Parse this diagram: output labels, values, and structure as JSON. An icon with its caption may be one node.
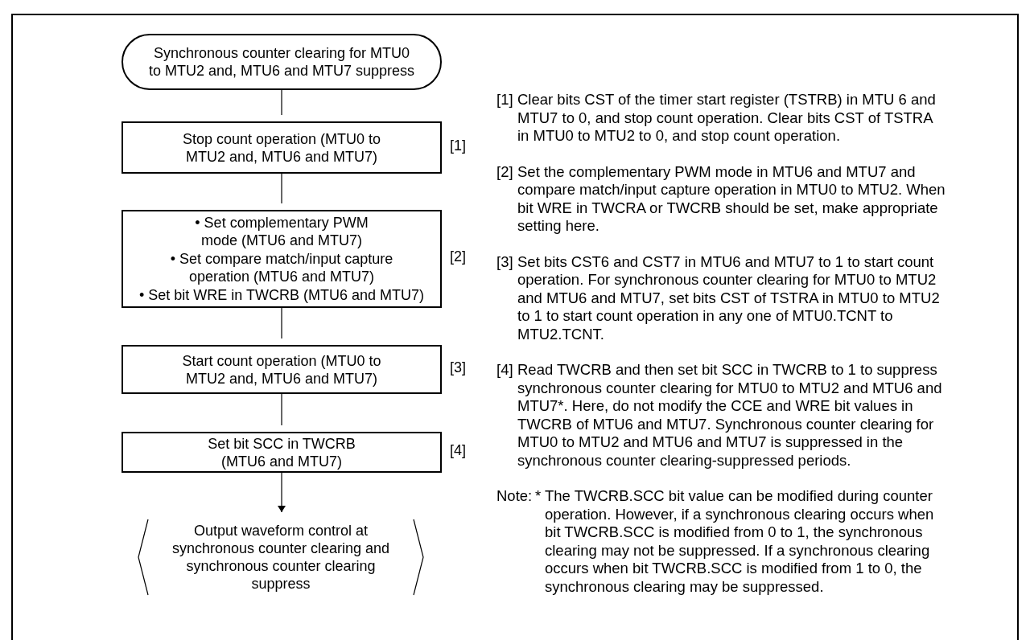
{
  "diagram": {
    "nodes": [
      {
        "text": [
          "Synchronous counter clearing for MTU0 to MTU2 and, MTU6 and MTU7 suppress"
        ]
      },
      {
        "text": [
          "Stop count operation (MTU0 to MTU2 and, MTU6 and MTU7)"
        ],
        "beside": [
          "[1]"
        ]
      },
      {
        "text": [
          "• Set complementary PWM mode (MTU6 and MTU7)",
          "• Set compare match/input capture operation (MTU6 and MTU7)",
          "• Set bit WRE in TWCRB (MTU6 and MTU7)"
        ],
        "beside": [
          "[2]"
        ]
      },
      {
        "text": [
          "Start count operation (MTU0 to MTU2 and, MTU6 and MTU7)"
        ],
        "beside": [
          "[3]"
        ]
      },
      {
        "text": [
          "Set bit SCC in TWCRB (MTU6 and MTU7)"
        ],
        "beside": [
          "[4]"
        ]
      },
      {
        "text": [
          "Output waveform control at synchronous counter clearing and synchronous counter clearing suppress"
        ]
      }
    ],
    "edges": [
      {
        "from": 0,
        "to": 1,
        "arrow": "none"
      },
      {
        "from": 1,
        "to": 2,
        "arrow": "none"
      },
      {
        "from": 2,
        "to": 3,
        "arrow": "none"
      },
      {
        "from": 3,
        "to": 4,
        "arrow": "none"
      },
      {
        "from": 4,
        "to": 5,
        "arrow": "to"
      }
    ],
    "labels": [
      "[1]",
      "Clear bits CST of the timer start register (TSTRB) in MTU 6 and MTU7 to 0, and stop count operation. Clear bits CST of TSTRA in MTU0 to MTU2 to 0, and stop count operation.",
      "[2]",
      "Set the complementary PWM mode in MTU6 and MTU7 and compare match/input capture operation in MTU0 to MTU2. When bit WRE in TWCRA or TWCRB should be set, make appropriate setting here.",
      "[3]",
      "Set bits CST6 and CST7 in MTU6 and MTU7 to 1 to start count operation. For synchronous counter clearing for MTU0 to MTU2 and MTU6 and MTU7, set bits CST of TSTRA in MTU0 to MTU2 to 1 to start count operation in any one of MTU0.TCNT to MTU2.TCNT.",
      "[4]",
      "Read TWCRB and then set bit SCC in TWCRB to 1 to suppress synchronous counter clearing for MTU0 to MTU2 and MTU6 and MTU7*. Here, do not modify the CCE and WRE bit values in TWCRB of MTU6 and MTU7. Synchronous counter clearing for MTU0 to MTU2 and MTU6 and MTU7 is suppressed in the synchronous counter clearing-suppressed periods.",
      "Note:",
      "*",
      "The TWCRB.SCC bit value can be modified during counter operation. However, if a synchronous clearing occurs when bit TWCRB.SCC is modified from 0 to 1, the synchronous clearing may not be suppressed. If a synchronous clearing occurs when bit TWCRB.SCC is modified from 1 to 0, the synchronous clearing may be suppressed."
    ]
  }
}
